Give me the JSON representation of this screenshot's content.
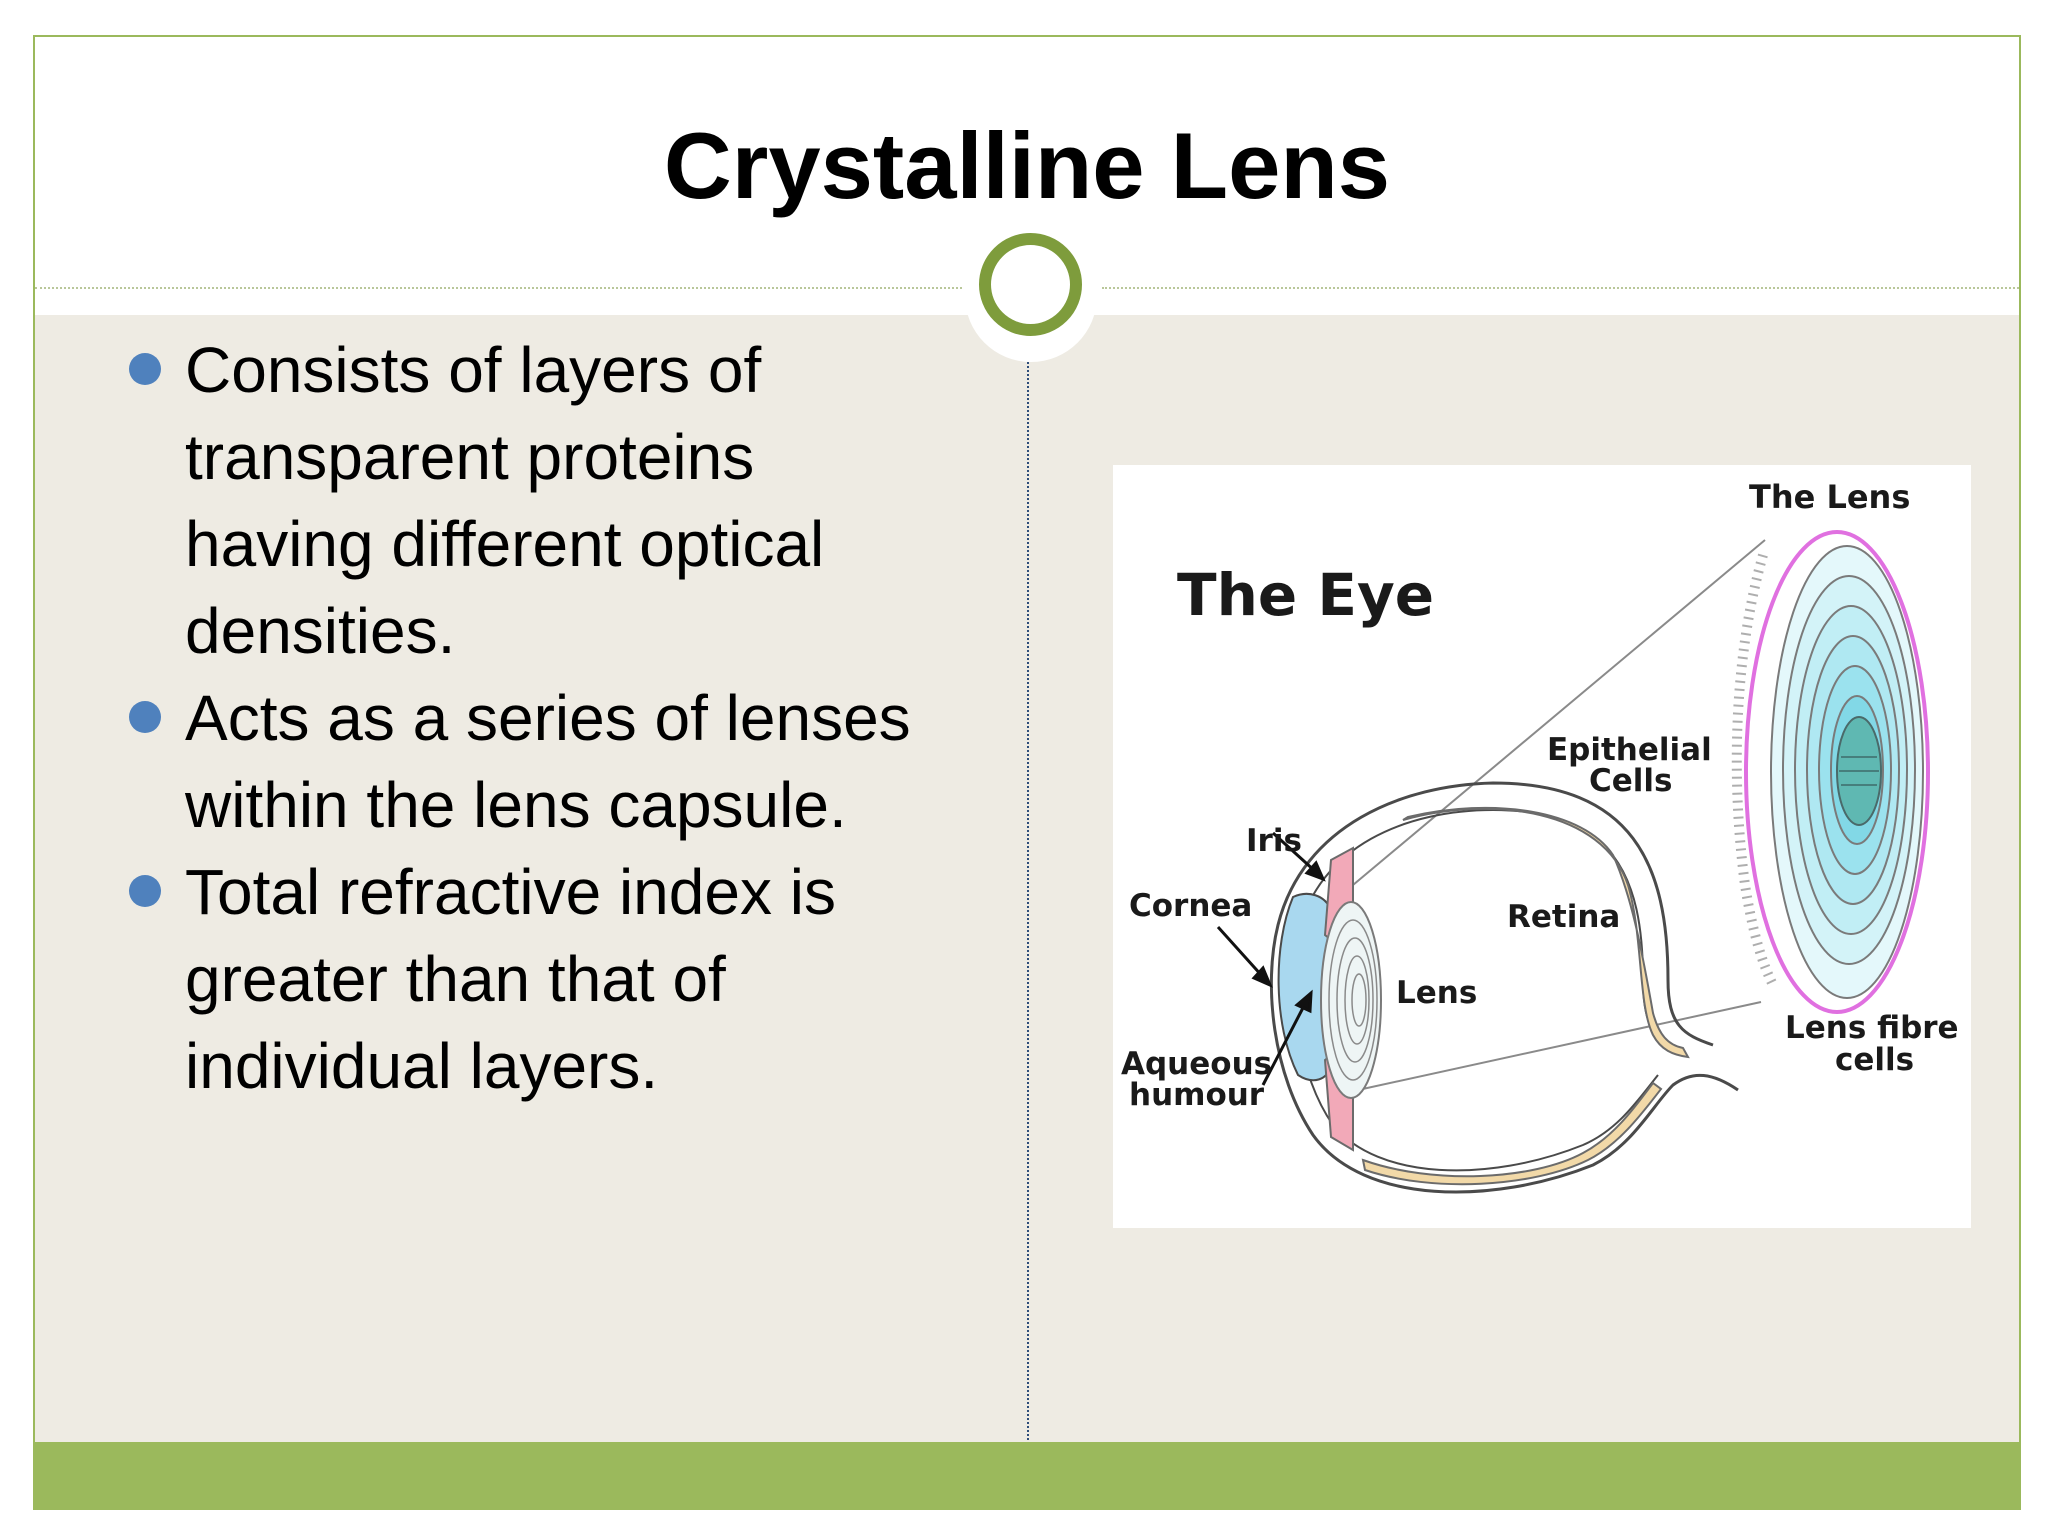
{
  "title": "Crystalline Lens",
  "bullets": [
    "Consists of layers of transparent proteins having different optical densities.",
    "Acts as a series of lenses within the lens capsule.",
    "Total refractive index is greater than that of individual layers."
  ],
  "diagram": {
    "heading": "The Eye",
    "labels": {
      "the_lens": "The Lens",
      "epithelial_1": "Epithelial",
      "epithelial_2": "Cells",
      "iris": "Iris",
      "cornea": "Cornea",
      "retina": "Retina",
      "lens": "Lens",
      "aqueous_1": "Aqueous",
      "aqueous_2": "humour",
      "fibre_1": "Lens fibre",
      "fibre_2": "cells"
    }
  },
  "colors": {
    "accent_green": "#9bb95c",
    "ring_green": "#7e9c3c",
    "content_background": "#eeebe3",
    "bullet_blue": "#4f81bd"
  }
}
